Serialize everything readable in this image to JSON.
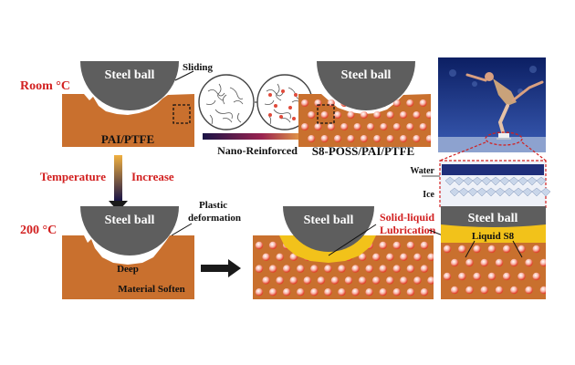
{
  "labels": {
    "room_temp": "Room °C",
    "high_temp": "200 °C",
    "temperature": "Temperature",
    "increase": "Increase",
    "sliding": "Sliding",
    "nano_reinforced": "Nano-Reinforced",
    "plastic_deformation_1": "Plastic",
    "plastic_deformation_2": "deformation",
    "deep": "Deep",
    "material_soften": "Material Soften",
    "solid_liquid_1": "Solid-liquid",
    "solid_liquid_2": "Lubrication",
    "liquid_s8": "Liquid S8",
    "water": "Water",
    "ice": "Ice"
  },
  "panels": {
    "pai_ptfe": {
      "material": "PAI/PTFE",
      "ball": "Steel ball"
    },
    "s8_poss": {
      "material": "S8-POSS/PAI/PTFE",
      "ball": "Steel ball"
    },
    "hot_pai": {
      "ball": "Steel ball"
    },
    "hot_s8": {
      "ball": "Steel ball"
    },
    "skater_ball": "Steel ball"
  },
  "colors": {
    "substrate": "#c9702e",
    "ball": "#5e5e5e",
    "lubricant": "#f2c21a",
    "label_red": "#d22020",
    "ice_blue": "#2e3f93"
  }
}
